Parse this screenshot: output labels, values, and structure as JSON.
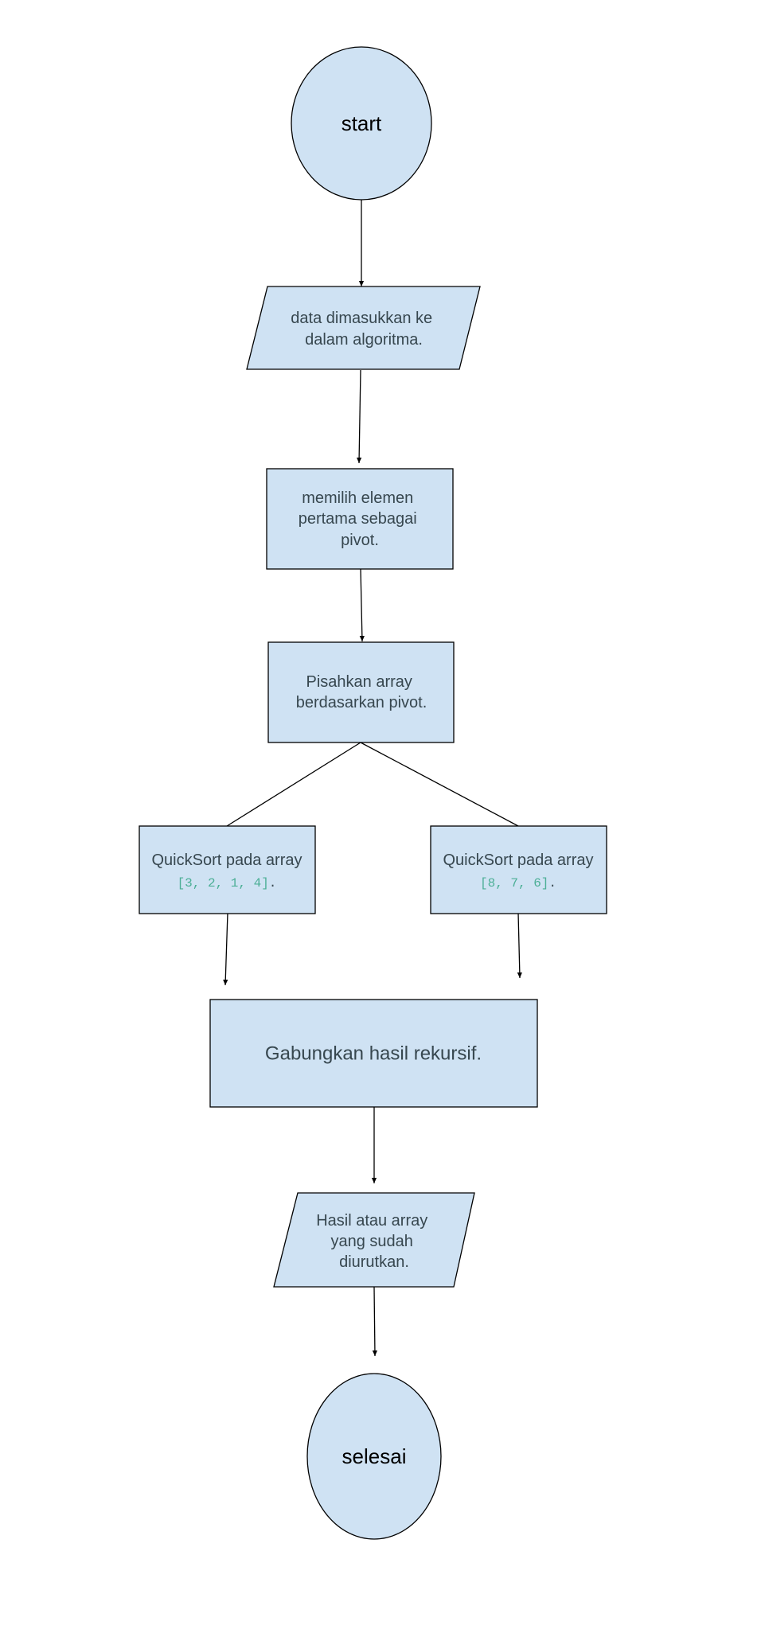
{
  "colors": {
    "node_fill": "#cfe2f3",
    "node_stroke": "#000000",
    "text": "#37474f",
    "code": "#4caf96",
    "connector": "#000000"
  },
  "nodes": {
    "start": {
      "label": "start",
      "shape": "ellipse"
    },
    "input": {
      "lines": [
        "data dimasukkan ke",
        "dalam algoritma."
      ],
      "shape": "parallelogram"
    },
    "choose_pivot": {
      "lines": [
        "memilih elemen",
        "pertama sebagai",
        "pivot."
      ],
      "shape": "rectangle"
    },
    "partition": {
      "lines": [
        "Pisahkan array",
        "berdasarkan pivot."
      ],
      "shape": "rectangle"
    },
    "quicksort_left": {
      "label": "QuickSort pada array",
      "code": "[3, 2, 1, 4]",
      "suffix": ".",
      "shape": "rectangle"
    },
    "quicksort_right": {
      "label": "QuickSort pada array",
      "code": "[8, 7, 6]",
      "suffix": ".",
      "shape": "rectangle"
    },
    "merge": {
      "label": "Gabungkan hasil rekursif.",
      "shape": "rectangle"
    },
    "output": {
      "lines": [
        "Hasil atau array",
        "yang sudah",
        "diurutkan."
      ],
      "shape": "parallelogram"
    },
    "end": {
      "label": "selesai",
      "shape": "ellipse"
    }
  }
}
